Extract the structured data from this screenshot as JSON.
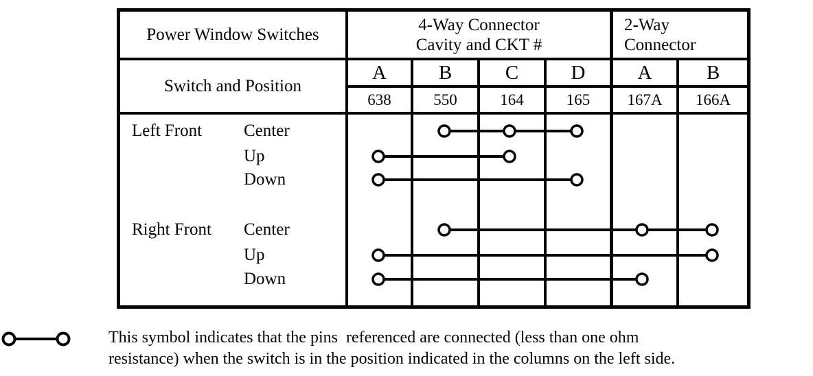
{
  "table": {
    "header": {
      "switches_title": "Power Window Switches",
      "four_way_line1": "4-Way Connector",
      "four_way_line2": "Cavity and CKT #",
      "two_way_line1": "2-Way",
      "two_way_line2": "Connector",
      "switch_and_position": "Switch and Position",
      "pins": [
        {
          "id": "4A",
          "cavity": "A",
          "ckt": "638"
        },
        {
          "id": "4B",
          "cavity": "B",
          "ckt": "550"
        },
        {
          "id": "4C",
          "cavity": "C",
          "ckt": "164"
        },
        {
          "id": "4D",
          "cavity": "D",
          "ckt": "165"
        },
        {
          "id": "2A",
          "cavity": "A",
          "ckt": "167A"
        },
        {
          "id": "2B",
          "cavity": "B",
          "ckt": "166A"
        }
      ]
    },
    "rows": [
      {
        "switch": "Left Front",
        "position": "Center",
        "connected_pins": [
          "4B",
          "4C",
          "4D"
        ]
      },
      {
        "switch": "",
        "position": "Up",
        "connected_pins": [
          "4A",
          "4C"
        ]
      },
      {
        "switch": "",
        "position": "Down",
        "connected_pins": [
          "4A",
          "4D"
        ]
      },
      {
        "switch": "Right Front",
        "position": "Center",
        "connected_pins": [
          "4B",
          "2A",
          "2B"
        ]
      },
      {
        "switch": "",
        "position": "Up",
        "connected_pins": [
          "4A",
          "2B"
        ]
      },
      {
        "switch": "",
        "position": "Down",
        "connected_pins": [
          "4A",
          "2A"
        ]
      }
    ],
    "line_color": "#050505"
  },
  "legend": {
    "symbol": "connected-pins-symbol",
    "text_line1": "This symbol indicates that the pins  referenced are connected (less than one ohm",
    "text_line2": "resistance) when the switch is in the position indicated in the columns on the left side."
  }
}
